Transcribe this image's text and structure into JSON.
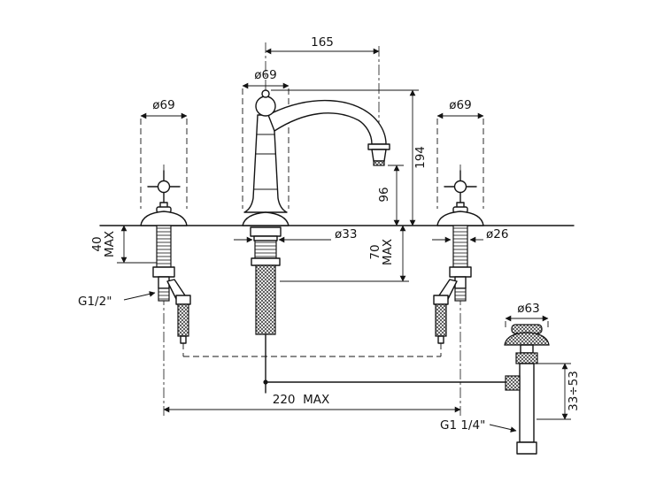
{
  "page": {
    "background": "#ffffff",
    "line_color": "#141414",
    "description": "Three-hole basin mixer faucet installation drawing with pop-up waste"
  },
  "labels": {
    "spout_reach": "165",
    "spout_base_dia": "ø69",
    "left_handle_dia": "ø69",
    "right_handle_dia": "ø69",
    "total_height": "194",
    "spout_height": "96",
    "center_shank_dia": "ø33",
    "center_deck_max": "70",
    "center_deck_max_unit": "MAX",
    "side_deck_max": "40",
    "side_deck_max_unit": "MAX",
    "side_shank_dia": "ø26",
    "supply_thread": "G1/2\"",
    "waste_flange_dia": "ø63",
    "hole_distance": "220  MAX",
    "waste_thread": "G1 1/4\"",
    "waste_adjust": "33÷53"
  }
}
